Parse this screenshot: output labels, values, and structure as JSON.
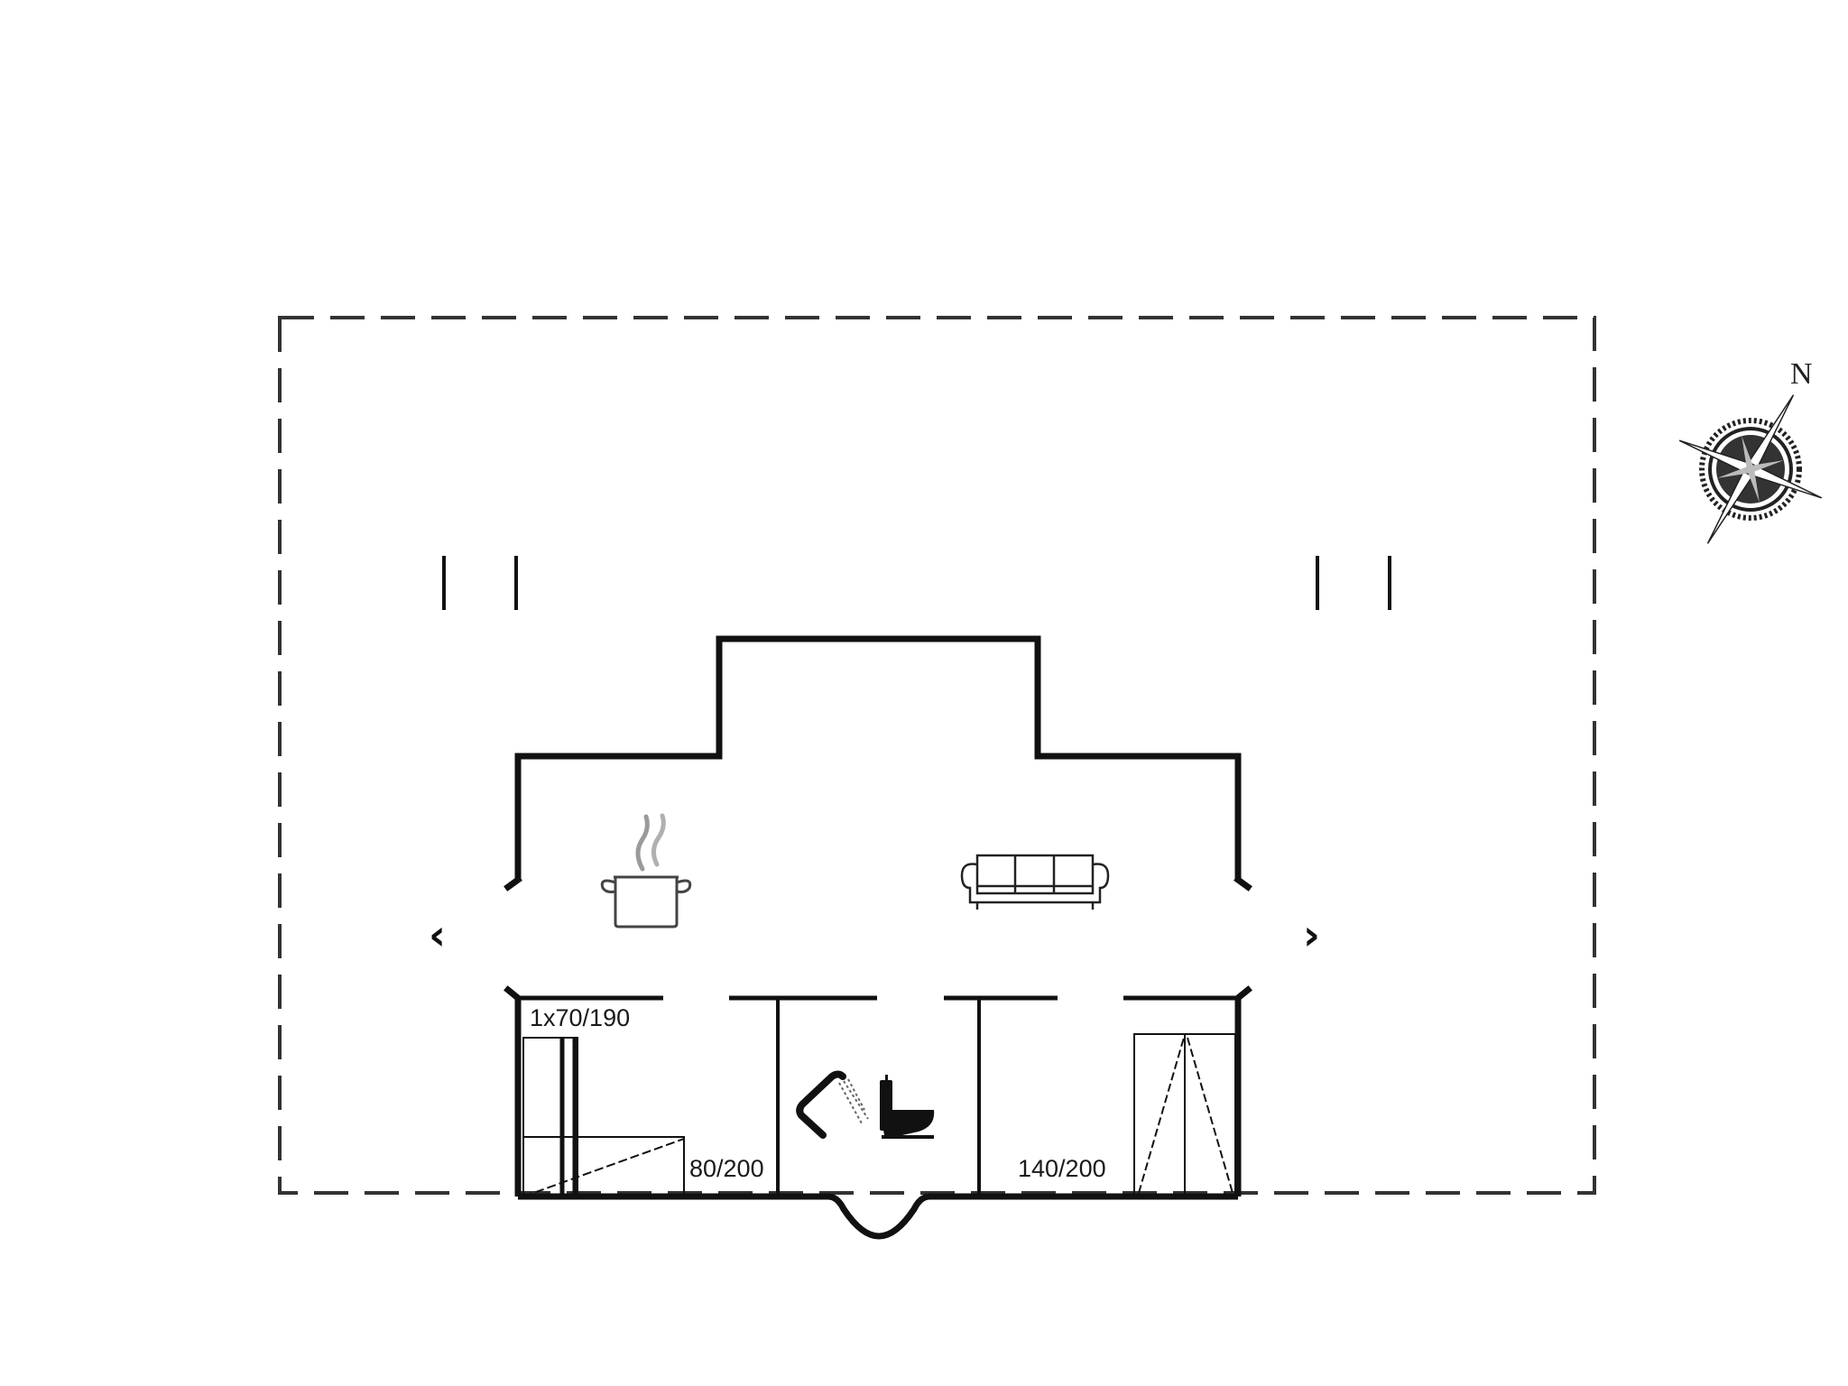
{
  "diagram": {
    "type": "floor-plan",
    "colors": {
      "wall": "#111111",
      "outline_dashed": "#333333",
      "furniture": "#222222",
      "steam": "#9a9a9a",
      "background": "#ffffff"
    },
    "compass": {
      "label": "N"
    },
    "rooms": [
      {
        "name": "kitchen-living",
        "icons": [
          "cooking-pot-icon",
          "sofa-icon"
        ]
      },
      {
        "name": "bedroom-left",
        "beds": [
          "1x70/190",
          "80/200"
        ]
      },
      {
        "name": "bathroom",
        "icons": [
          "shower-icon",
          "toilet-icon"
        ]
      },
      {
        "name": "bedroom-right",
        "beds": [
          "140/200"
        ]
      }
    ],
    "labels": {
      "bunk_bed": "1x70/190",
      "single_bed": "80/200",
      "double_bed": "140/200"
    },
    "arrows": {
      "left": "‹",
      "right": "›"
    }
  }
}
